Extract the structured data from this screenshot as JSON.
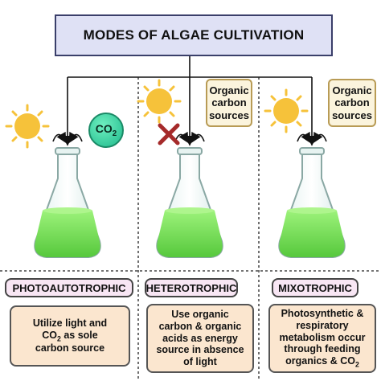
{
  "title": "MODES OF ALGAE CULTIVATION",
  "co2": {
    "main": "CO",
    "sub": "2"
  },
  "organic_label_line1": "Organic",
  "organic_label_line2": "carbon",
  "organic_label_line3": "sources",
  "modes": [
    {
      "name": "PHOTOAUTOTROPHIC",
      "desc_lines": [
        "Utilize light and",
        "CO",
        "2",
        " as sole",
        "carbon source"
      ]
    },
    {
      "name": "HETEROTROPHIC",
      "desc_lines": [
        "Use organic",
        "carbon & organic",
        "acids as energy",
        "source in absence",
        "of light"
      ]
    },
    {
      "name": "MIXOTROPHIC",
      "desc_lines": [
        "Photosynthetic &",
        "respiratory",
        "metabolism occur",
        "through feeding",
        "organics & CO",
        "2"
      ]
    }
  ],
  "colors": {
    "title_bg": "#dfe1f5",
    "label_bg": "#f8e6f4",
    "desc_bg": "#fbe6cf",
    "organic_bg": "#fbf4dd",
    "sun": "#f6c23a",
    "liquid": "#7be85a",
    "cross": "#a52a2a"
  },
  "icons": [
    "sun-icon",
    "flask-icon",
    "co2-bubble-icon",
    "cross-icon",
    "arrow-icon"
  ]
}
